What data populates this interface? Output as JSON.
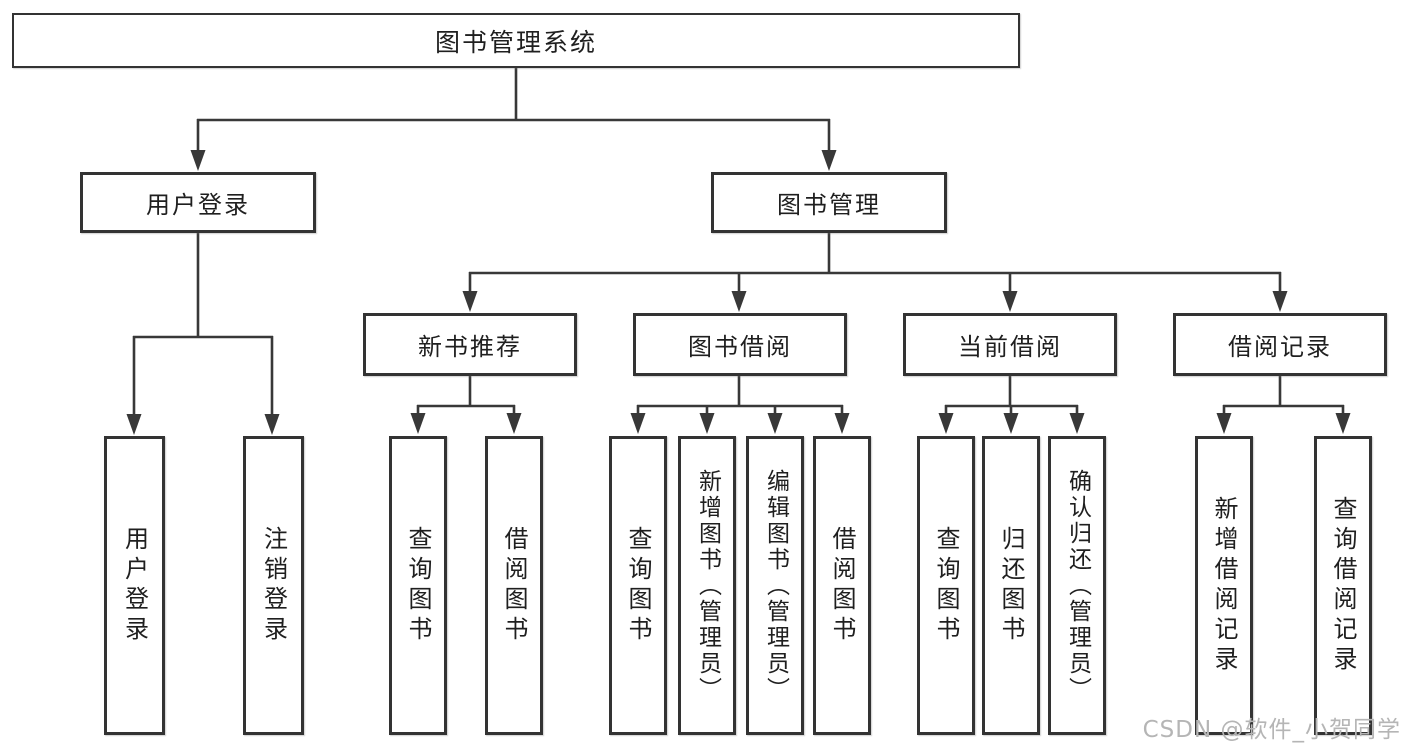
{
  "diagram_title": "图书管理系统",
  "tree": {
    "root": {
      "label": "图书管理系统",
      "children": [
        {
          "label": "用户登录",
          "children": [
            {
              "label": "用户登录"
            },
            {
              "label": "注销登录"
            }
          ]
        },
        {
          "label": "图书管理",
          "children": [
            {
              "label": "新书推荐",
              "children": [
                {
                  "label": "查询图书"
                },
                {
                  "label": "借阅图书"
                }
              ]
            },
            {
              "label": "图书借阅",
              "children": [
                {
                  "label": "查询图书"
                },
                {
                  "label": "新增图书（管理员）"
                },
                {
                  "label": "编辑图书（管理员）"
                },
                {
                  "label": "借阅图书"
                }
              ]
            },
            {
              "label": "当前借阅",
              "children": [
                {
                  "label": "查询图书"
                },
                {
                  "label": "归还图书"
                },
                {
                  "label": "确认归还（管理员）"
                }
              ]
            },
            {
              "label": "借阅记录",
              "children": [
                {
                  "label": "新增借阅记录"
                },
                {
                  "label": "查询借阅记录"
                }
              ]
            }
          ]
        }
      ]
    }
  },
  "watermark": "CSDN @软件_小贺同学",
  "colors": {
    "line": "#383838",
    "box_border": "#333333",
    "box_fill": "#ffffff",
    "text": "#1f1f1f",
    "watermark": "#b5b5b5",
    "background": "#ffffff"
  }
}
